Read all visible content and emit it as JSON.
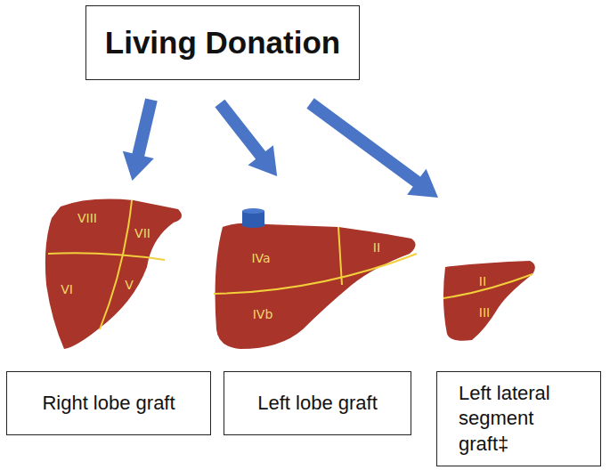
{
  "diagram": {
    "nodes": [
      {
        "text": [
          "Living Donation"
        ]
      },
      {
        "text": [
          "VIII",
          "VII",
          "VI",
          "V"
        ]
      },
      {
        "text": [
          "IVa",
          "II",
          "IVb"
        ]
      },
      {
        "text": [
          "II",
          "III"
        ]
      },
      {
        "text": [
          "Right lobe graft"
        ]
      },
      {
        "text": [
          "Left lobe graft"
        ]
      },
      {
        "text": [
          "Left lateral segment graft‡"
        ]
      }
    ],
    "edges": [
      {
        "from": 0,
        "to": 1,
        "arrow": "to"
      },
      {
        "from": 0,
        "to": 2,
        "arrow": "to"
      },
      {
        "from": 0,
        "to": 3,
        "arrow": "to"
      }
    ]
  }
}
